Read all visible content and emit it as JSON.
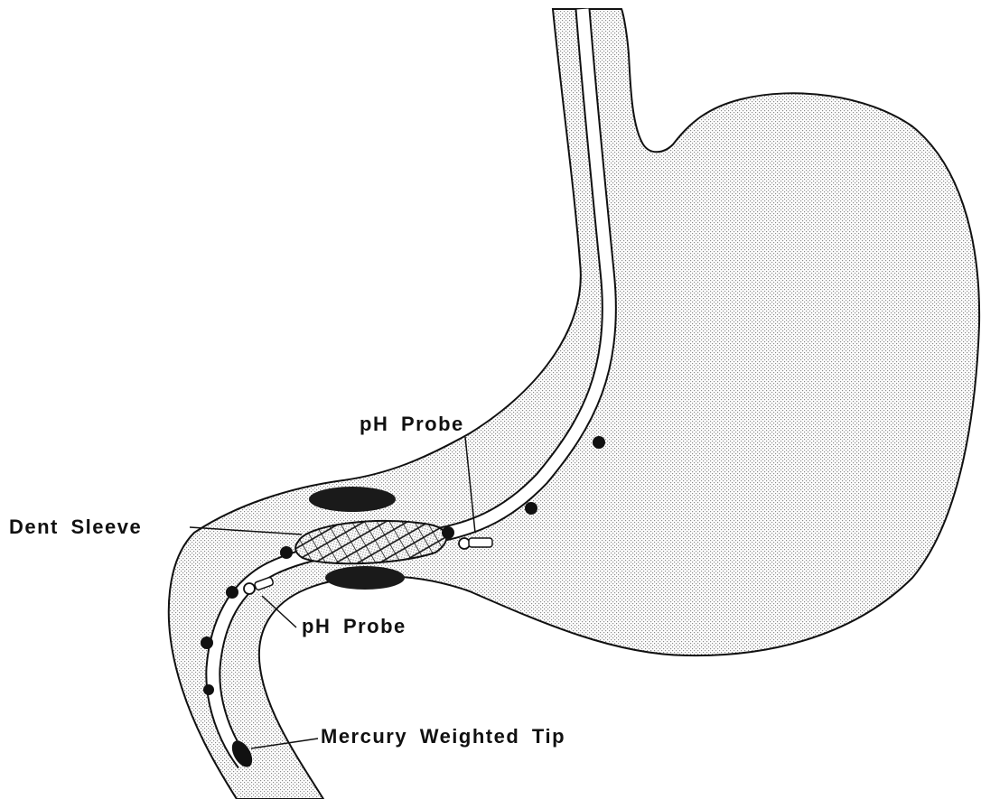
{
  "labels": {
    "ph_probe_upper": "pH Probe",
    "dent_sleeve": "Dent Sleeve",
    "ph_probe_lower": "pH Probe",
    "mercury_tip": "Mercury Weighted Tip"
  }
}
